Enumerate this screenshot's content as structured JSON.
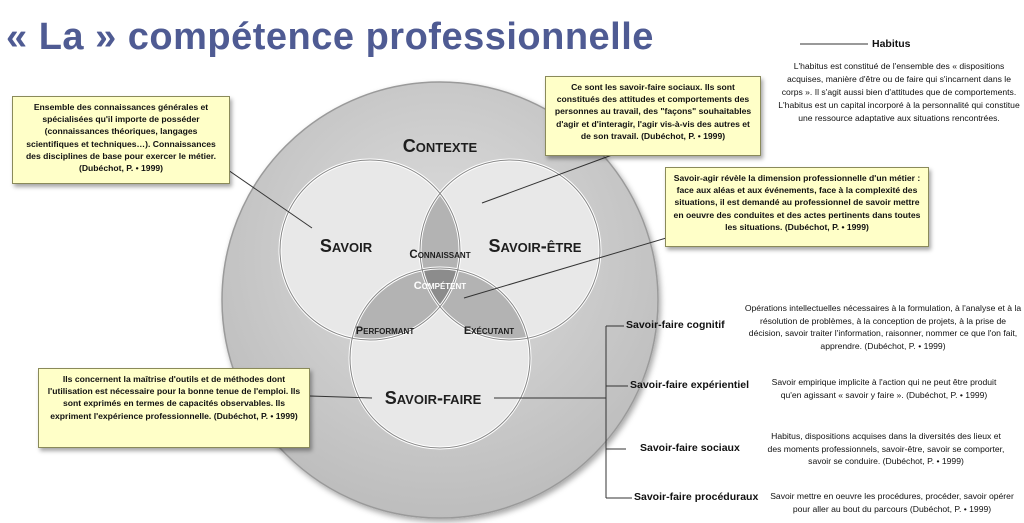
{
  "title": "« La » compétence professionnelle",
  "diagram": {
    "contexte": "Contexte",
    "savoir": "Savoir",
    "savoir_etre": "Savoir-être",
    "savoir_faire": "Savoir-faire",
    "connaissant": "Connaissant",
    "competent": "Compétent",
    "performant": "Performant",
    "executant": "Exécutant"
  },
  "notes": {
    "savoir": "Ensemble des connaissances générales et spécialisées qu'il importe de posséder (connaissances théoriques, langages scientifiques et techniques…). Connaissances des disciplines de base pour exercer le métier. (Dubéchot, P. • 1999)",
    "savoir_etre": "Ce sont les savoir-faire sociaux. Ils sont constitués des attitudes et comportements des personnes au travail, des \"façons\" souhaitables d'agir et d'interagir, l'agir vis-à-vis des autres et de son travail. (Dubéchot, P. • 1999)",
    "savoir_agir": "Savoir-agir révèle la dimension professionnelle d'un métier : face aux aléas et aux événements, face à la complexité des situations, il est demandé au professionnel de savoir mettre en oeuvre des conduites et des actes pertinents dans toutes les situations. (Dubéchot, P. • 1999)",
    "savoir_faire": "Ils concernent la maîtrise d'outils et de méthodes dont l'utilisation est nécessaire pour la bonne tenue de l'emploi. Ils sont exprimés en termes de capacités observables. Ils expriment l'expérience professionnelle. (Dubéchot, P. • 1999)"
  },
  "habitus": {
    "title": "Habitus",
    "text": "L'habitus est constitué de l'ensemble des « dispositions acquises, manière d'être ou de faire qui s'incarnent dans le corps ». Il s'agit aussi bien d'attitudes que de comportements. L'habitus est un capital incorporé à la personnalité qui constitue une ressource adaptative aux situations rencontrées."
  },
  "subtypes": [
    {
      "label": "Savoir-faire cognitif",
      "desc": "Opérations intellectuelles nécessaires à la formulation, à l'analyse et à la résolution de problèmes, à la conception de projets, à la prise de décision, savoir traiter l'information, raisonner, nommer ce que l'on fait, apprendre. (Dubéchot, P. • 1999)"
    },
    {
      "label": "Savoir-faire expérientiel",
      "desc": "Savoir empirique implicite à l'action qui ne peut être produit qu'en agissant « savoir y faire ». (Dubéchot, P. • 1999)"
    },
    {
      "label": "Savoir-faire sociaux",
      "desc": "Habitus, dispositions acquises dans la diversités des lieux et des moments professionnels, savoir-être, savoir se comporter, savoir se conduire. (Dubéchot, P. • 1999)"
    },
    {
      "label": "Savoir-faire procéduraux",
      "desc": "Savoir mettre en oeuvre les procédures, procéder, savoir opérer pour aller au bout du parcours (Dubéchot, P. • 1999)"
    }
  ],
  "colors": {
    "title": "#4f5b93",
    "outer_circle": "#cdcdcd",
    "inner_circle": "#e6e6e6",
    "overlap": "#a9a9a9",
    "center": "#8a8a8a",
    "note_fill": "#ffffc8"
  }
}
